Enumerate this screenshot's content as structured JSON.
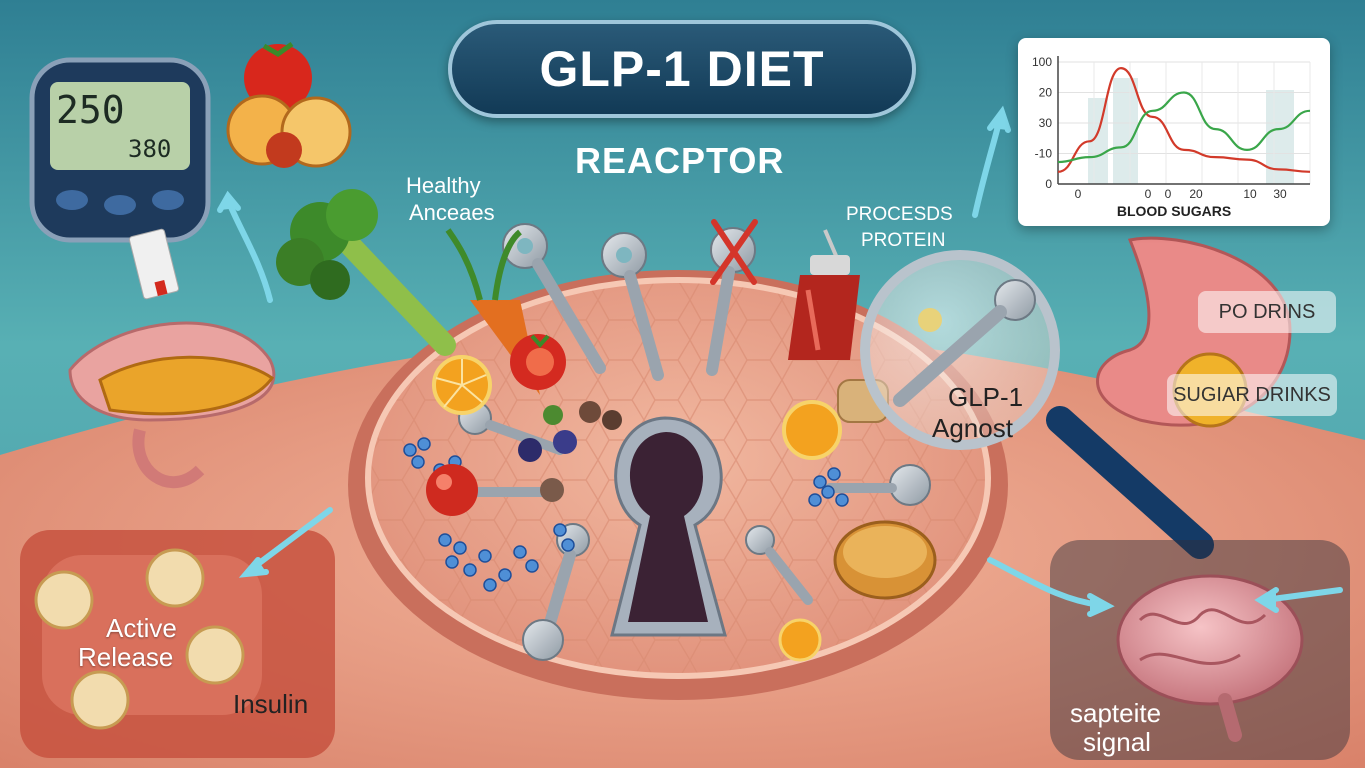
{
  "header": {
    "title": "GLP-1 DIET",
    "subtitle": "REACPTOR"
  },
  "labels": {
    "healthy_line1": "Healthy",
    "healthy_line2": "Anceaes",
    "processed_line1": "PROCESDS",
    "processed_line2": "PROTEIN",
    "agonist_line1": "GLP-1",
    "agonist_line2": "Agnost",
    "active_line1": "Active",
    "active_line2": "Release",
    "insulin": "Insulin",
    "satiety_line1": "sapteite",
    "satiety_line2": "signal",
    "po_drinks": "PO DRINS",
    "sugar_drinks": "SUGIAR DRINKS"
  },
  "meter": {
    "reading_main": "250",
    "reading_sub": "380"
  },
  "chart_data": {
    "type": "line",
    "xlabel": "BLOOD SUGARS",
    "x_ticks": [
      "0",
      "0",
      "0",
      "20",
      "10",
      "30"
    ],
    "y_ticks": [
      "100",
      "20",
      "30",
      "-10",
      "0"
    ],
    "grid": true,
    "series": [
      {
        "color": "#d23a2a",
        "values": [
          0.1,
          0.35,
          0.95,
          0.55,
          0.28,
          0.22,
          0.2,
          0.12,
          0.1
        ]
      },
      {
        "color": "#3aa64a",
        "values": [
          0.18,
          0.22,
          0.3,
          0.6,
          0.75,
          0.45,
          0.28,
          0.45,
          0.6
        ]
      }
    ]
  },
  "colors": {
    "accent": "#14405e",
    "background": "#3f97a3",
    "cell": "#e8a58a"
  }
}
